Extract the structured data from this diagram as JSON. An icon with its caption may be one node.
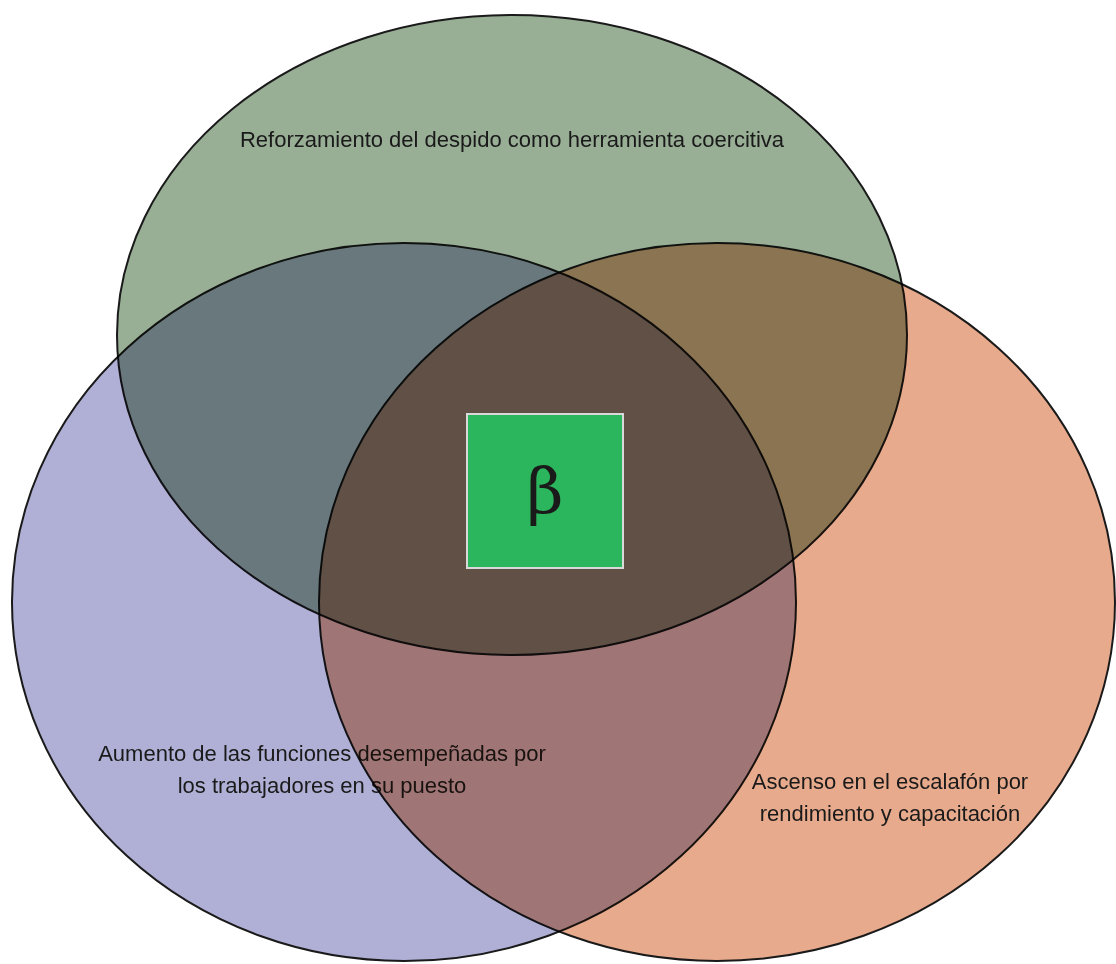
{
  "diagram": {
    "nodes": [
      {
        "text": [
          "Reforzamiento del despido como herramienta coercitiva"
        ]
      },
      {
        "text": [
          "β"
        ]
      },
      {
        "text": [
          "Aumento de las funciones desempeñadas por los trabajadores en su puesto"
        ]
      },
      {
        "text": [
          "Ascenso en el escalafón por rendimiento y capacitación"
        ]
      }
    ]
  }
}
